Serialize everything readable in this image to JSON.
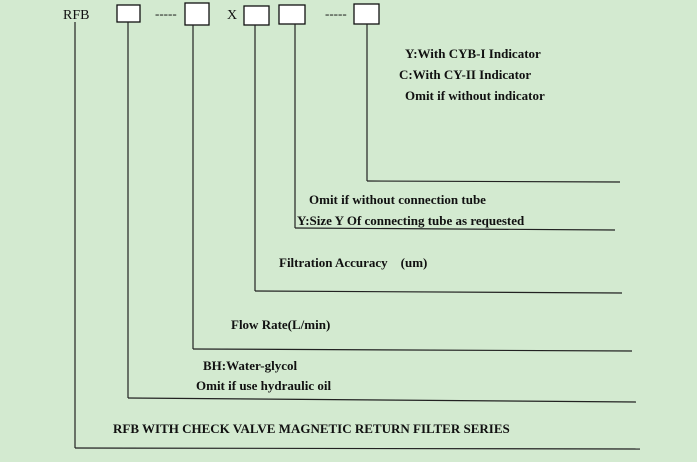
{
  "code": {
    "prefix": "RFB",
    "separator_x": "X",
    "dashes": "-----"
  },
  "indicator": {
    "lines": [
      "Y:With CYB-I Indicator",
      "C:With CY-II Indicator",
      "Omit if without indicator"
    ]
  },
  "tube": {
    "lines": [
      "Omit if without connection tube",
      "Y:Size Y Of connecting tube as requested"
    ]
  },
  "accuracy": {
    "label": "Filtration Accuracy    (um)"
  },
  "flow": {
    "label": "Flow Rate(L/min)"
  },
  "medium": {
    "lines": [
      "BH:Water-glycol",
      "Omit if use hydraulic oil"
    ]
  },
  "series": {
    "title": "RFB WITH CHECK VALVE MAGNETIC RETURN FILTER SERIES"
  }
}
